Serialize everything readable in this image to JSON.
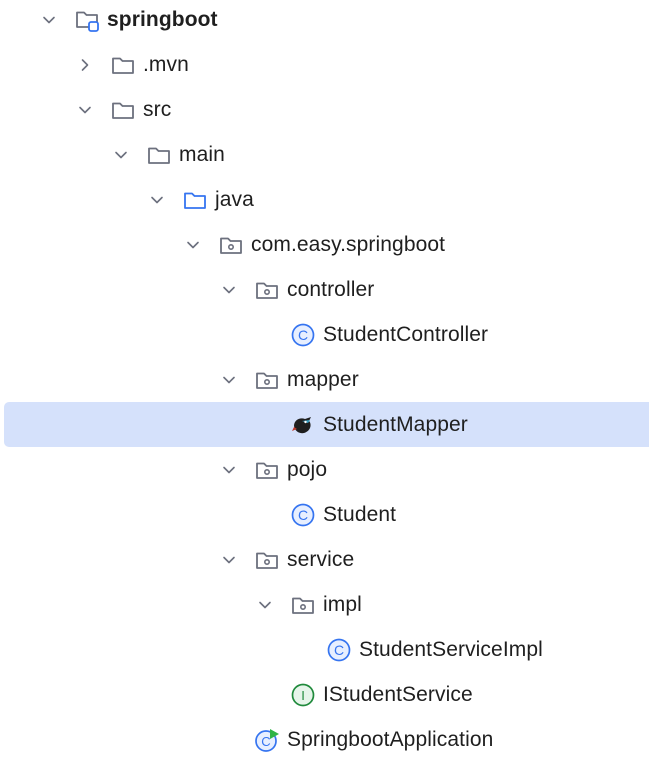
{
  "tree": {
    "nodes": [
      {
        "name": "springboot",
        "depth": 0,
        "expanded": true,
        "icon": "module-folder-icon",
        "bold": true
      },
      {
        "name": ".mvn",
        "depth": 1,
        "expanded": false,
        "icon": "folder-icon"
      },
      {
        "name": "src",
        "depth": 1,
        "expanded": true,
        "icon": "folder-icon"
      },
      {
        "name": "main",
        "depth": 2,
        "expanded": true,
        "icon": "folder-icon"
      },
      {
        "name": "java",
        "depth": 3,
        "expanded": true,
        "icon": "source-folder-icon"
      },
      {
        "name": "com.easy.springboot",
        "depth": 4,
        "expanded": true,
        "icon": "package-icon"
      },
      {
        "name": "controller",
        "depth": 5,
        "expanded": true,
        "icon": "package-icon"
      },
      {
        "name": "StudentController",
        "depth": 6,
        "icon": "class-icon"
      },
      {
        "name": "mapper",
        "depth": 5,
        "expanded": true,
        "icon": "package-icon"
      },
      {
        "name": "StudentMapper",
        "depth": 6,
        "icon": "mybatis-bird-icon",
        "selected": true
      },
      {
        "name": "pojo",
        "depth": 5,
        "expanded": true,
        "icon": "package-icon"
      },
      {
        "name": "Student",
        "depth": 6,
        "icon": "class-icon"
      },
      {
        "name": "service",
        "depth": 5,
        "expanded": true,
        "icon": "package-icon"
      },
      {
        "name": "impl",
        "depth": 6,
        "expanded": true,
        "icon": "package-icon"
      },
      {
        "name": "StudentServiceImpl",
        "depth": 7,
        "icon": "class-icon"
      },
      {
        "name": "IStudentService",
        "depth": 6,
        "icon": "interface-icon"
      },
      {
        "name": "SpringbootApplication",
        "depth": 5,
        "icon": "spring-boot-class-icon"
      }
    ]
  },
  "colors": {
    "selection": "#d5e1fb",
    "folder_stroke": "#6c707e",
    "source_folder_stroke": "#3574f0",
    "class_blue": "#3574f0",
    "interface_green": "#208a3c",
    "chevron": "#6c707e"
  }
}
